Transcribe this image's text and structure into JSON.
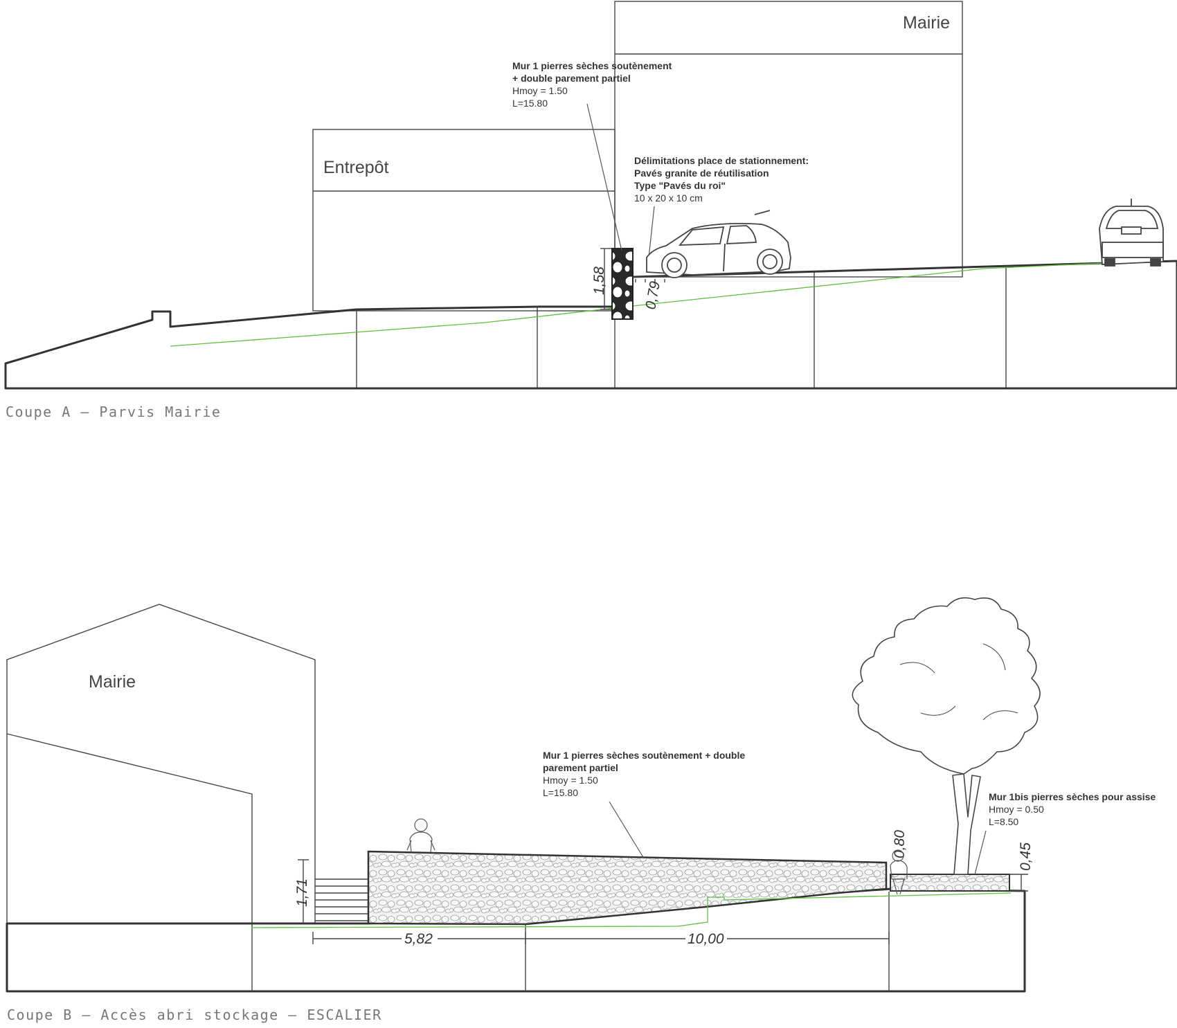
{
  "section_a": {
    "caption": "Coupe A — Parvis Mairie",
    "building_mairie": "Mairie",
    "building_entrepot": "Entrepôt",
    "wall_note": {
      "line1": "Mur 1 pierres sèches soutènement",
      "line2": "+ double parement partiel",
      "line3": "Hmoy = 1.50",
      "line4": "L=15.80"
    },
    "paving_note": {
      "line1": "Délimitations place de stationnement:",
      "line2": "Pavés granite de réutilisation",
      "line3": "Type \"Pavés du roi\"",
      "line4": "10 x 20 x 10 cm"
    },
    "dim_height": "1,58",
    "dim_step": "0,79"
  },
  "section_b": {
    "caption": "Coupe B — Accès abri stockage — ESCALIER",
    "building_mairie": "Mairie",
    "wall_note": {
      "line1": "Mur 1 pierres sèches soutènement + double",
      "line2": "parement partiel",
      "line3": "Hmoy = 1.50",
      "line4": "L=15.80"
    },
    "bench_note": {
      "line1": "Mur 1bis pierres sèches pour assise",
      "line2": "Hmoy = 0.50",
      "line3": "L=8.50"
    },
    "dim_stairs": "1,71",
    "dim_len1": "5,82",
    "dim_len2": "10,00",
    "dim_wall_end": "0,80",
    "dim_bench": "0,45"
  },
  "colors": {
    "line": "#333333",
    "ground_line": "#5fbf3f",
    "caption": "#777777"
  },
  "icons": [
    "car-side-icon",
    "car-rear-icon",
    "person-icon",
    "seated-person-icon",
    "tree-icon"
  ]
}
